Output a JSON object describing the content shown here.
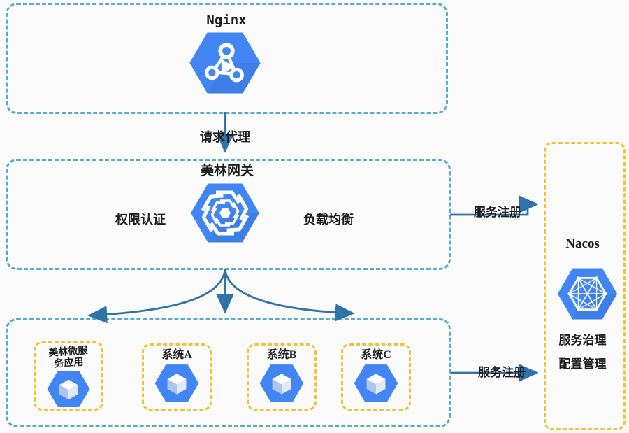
{
  "colors": {
    "box_dash_teal": "#5aabc7",
    "box_dash_yellow": "#f0c33c",
    "arrow_blue": "#2e74a8",
    "hexagon_blue": "#4285f4",
    "text_dark": "#1d1d1d"
  },
  "nginx_box": {
    "title": "Nginx",
    "icon": "nginx-share-hexagon-icon"
  },
  "flow_labels": {
    "proxy": "请求代理",
    "register_top": "服务注册",
    "register_bottom": "服务注册"
  },
  "gateway_box": {
    "title": "美林网关",
    "left_feature": "权限认证",
    "right_feature": "负载均衡",
    "icon": "gateway-vortex-hexagon-icon"
  },
  "services_box": {
    "cards": [
      {
        "label": "美林微服\n务应用"
      },
      {
        "label": "系统A"
      },
      {
        "label": "系统B"
      },
      {
        "label": "系统C"
      }
    ]
  },
  "nacos_box": {
    "title": "Nacos",
    "features": [
      "服务治理",
      "配置管理"
    ],
    "icon": "nacos-mesh-hexagon-icon"
  }
}
